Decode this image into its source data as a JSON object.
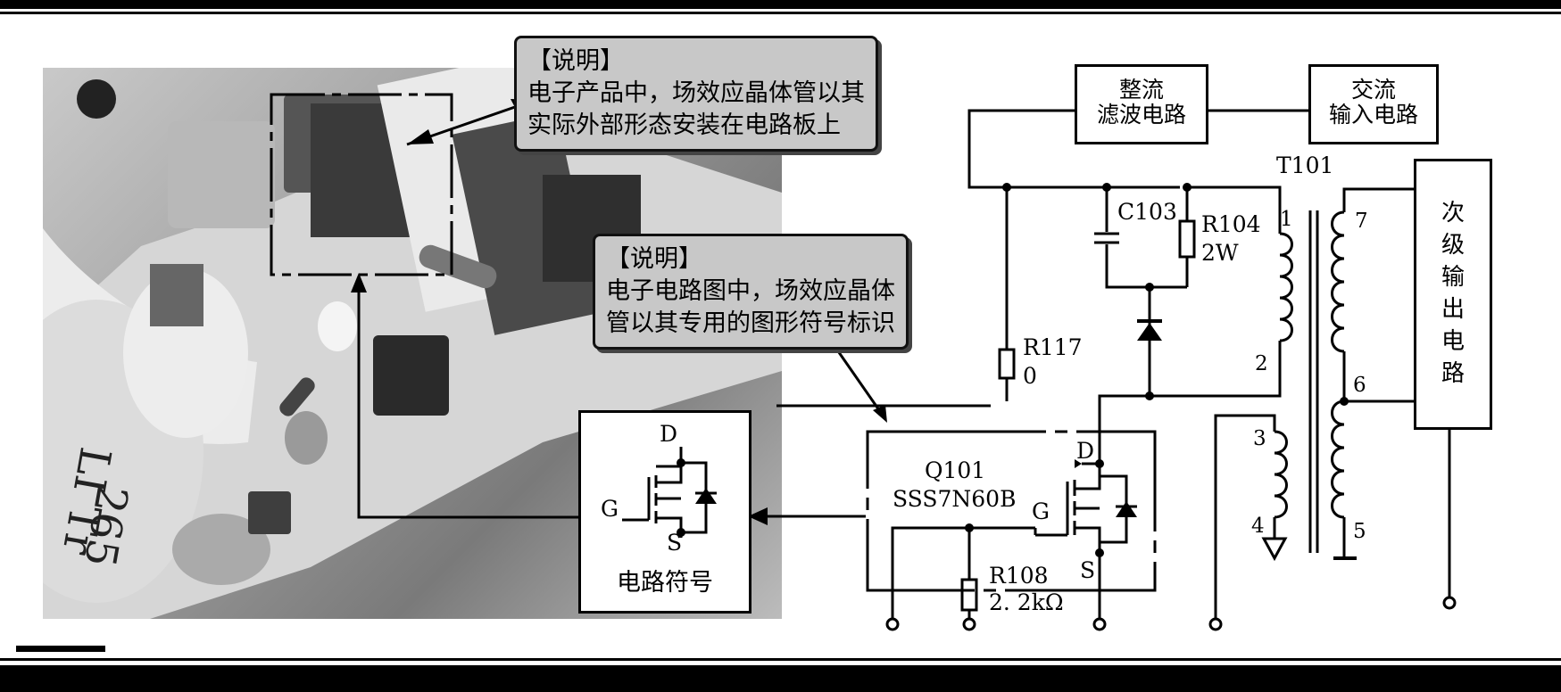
{
  "notes": {
    "photo": {
      "heading": "【说明】",
      "line1": "电子产品中，场效应晶体管以其",
      "line2": "实际外部形态安装在电路板上"
    },
    "circuit": {
      "heading": "【说明】",
      "line1": "电子电路图中，场效应晶体",
      "line2": "管以其专用的图形符号标识"
    }
  },
  "photo_text": {
    "part_a": "265",
    "part_b": "LI Tr"
  },
  "symbol_box": {
    "d": "D",
    "g": "G",
    "s": "S",
    "caption": "电路符号"
  },
  "blocks": {
    "rectifier": {
      "line1": "整流",
      "line2": "滤波电路"
    },
    "ac_input": {
      "line1": "交流",
      "line2": "输入电路"
    },
    "secondary": "次级输出电路"
  },
  "components": {
    "c103": "C103",
    "r104": {
      "name": "R104",
      "value": "2W"
    },
    "r117": {
      "name": "R117",
      "value": "0"
    },
    "r108": {
      "name": "R108",
      "value": "2. 2kΩ"
    },
    "q101": {
      "name": "Q101",
      "part": "SSS7N60B",
      "d": "D",
      "g": "G",
      "s": "S"
    },
    "t101": "T101"
  },
  "pins": {
    "p1": "1",
    "p2": "2",
    "p3": "3",
    "p4": "4",
    "p5": "5",
    "p6": "6",
    "p7": "7"
  }
}
